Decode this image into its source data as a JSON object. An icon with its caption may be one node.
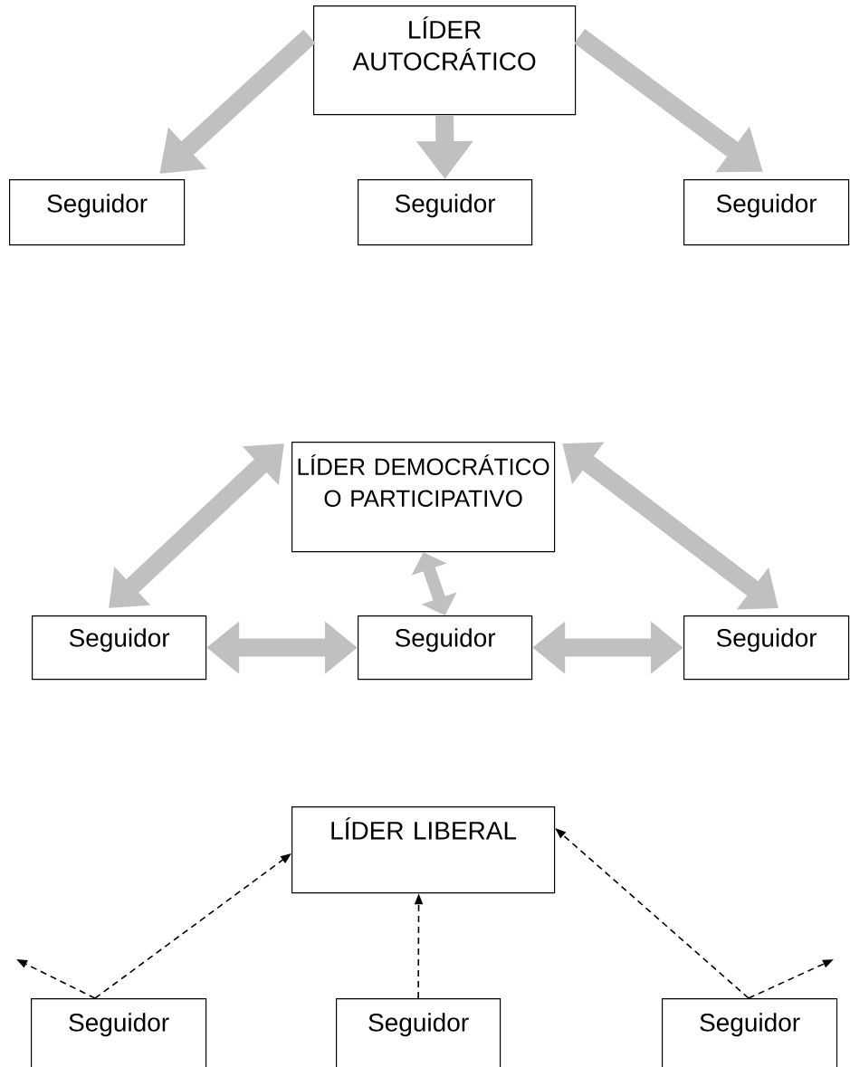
{
  "diagram": {
    "nodes": [
      {
        "text": [
          "LÍDER AUTOCRÁTICO"
        ]
      },
      {
        "text": [
          "Seguidor"
        ]
      },
      {
        "text": [
          "Seguidor"
        ]
      },
      {
        "text": [
          "Seguidor"
        ]
      },
      {
        "text": [
          "LÍDER DEMOCRÁTICO O PARTICIPATIVO"
        ]
      },
      {
        "text": [
          "Seguidor"
        ]
      },
      {
        "text": [
          "Seguidor"
        ]
      },
      {
        "text": [
          "Seguidor"
        ]
      },
      {
        "text": [
          "LÍDER LIBERAL"
        ]
      },
      {
        "text": [
          "Seguidor"
        ]
      },
      {
        "text": [
          "Seguidor"
        ]
      },
      {
        "text": [
          "Seguidor"
        ]
      }
    ],
    "edges": [
      {
        "from": 0,
        "to": 1,
        "arrow": "to"
      },
      {
        "from": 0,
        "to": 2,
        "arrow": "to"
      },
      {
        "from": 0,
        "to": 3,
        "arrow": "to"
      },
      {
        "from": 4,
        "to": 5,
        "arrow": "both"
      },
      {
        "from": 4,
        "to": 6,
        "arrow": "both"
      },
      {
        "from": 4,
        "to": 7,
        "arrow": "both"
      },
      {
        "from": 5,
        "to": 6,
        "arrow": "both"
      },
      {
        "from": 6,
        "to": 7,
        "arrow": "both"
      },
      {
        "from": 9,
        "to": 8,
        "arrow": "to",
        "style": "dashed",
        "color": "#000000"
      },
      {
        "from": 9,
        "to": null,
        "arrow": "to",
        "style": "dashed",
        "color": "#000000"
      },
      {
        "from": 10,
        "to": 8,
        "arrow": "to",
        "style": "dashed",
        "color": "#000000"
      },
      {
        "from": 11,
        "to": 8,
        "arrow": "to",
        "style": "dashed",
        "color": "#000000"
      },
      {
        "from": 11,
        "to": null,
        "arrow": "to",
        "style": "dashed",
        "color": "#000000"
      }
    ]
  }
}
